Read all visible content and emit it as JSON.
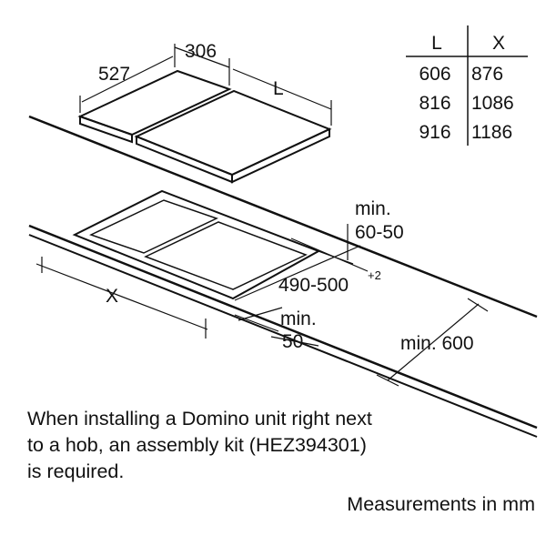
{
  "table": {
    "headers": [
      "L",
      "X"
    ],
    "rows": [
      [
        "606",
        "876"
      ],
      [
        "816",
        "1086"
      ],
      [
        "916",
        "1186"
      ]
    ]
  },
  "dimensions": {
    "depth": "527",
    "width_fixed": "306",
    "length": "L",
    "cutout_width": "X",
    "cutout_depth": "490-500",
    "cutout_depth_tolerance": "+2",
    "min_front_label": "min.",
    "min_front_value": "50",
    "min_back_label": "min.",
    "min_back_value": "60-50",
    "min_depth": "min. 600"
  },
  "note": "When installing a Domino unit right next to a hob, an assembly kit (HEZ394301) is required.",
  "units_note": "Measurements in mm"
}
